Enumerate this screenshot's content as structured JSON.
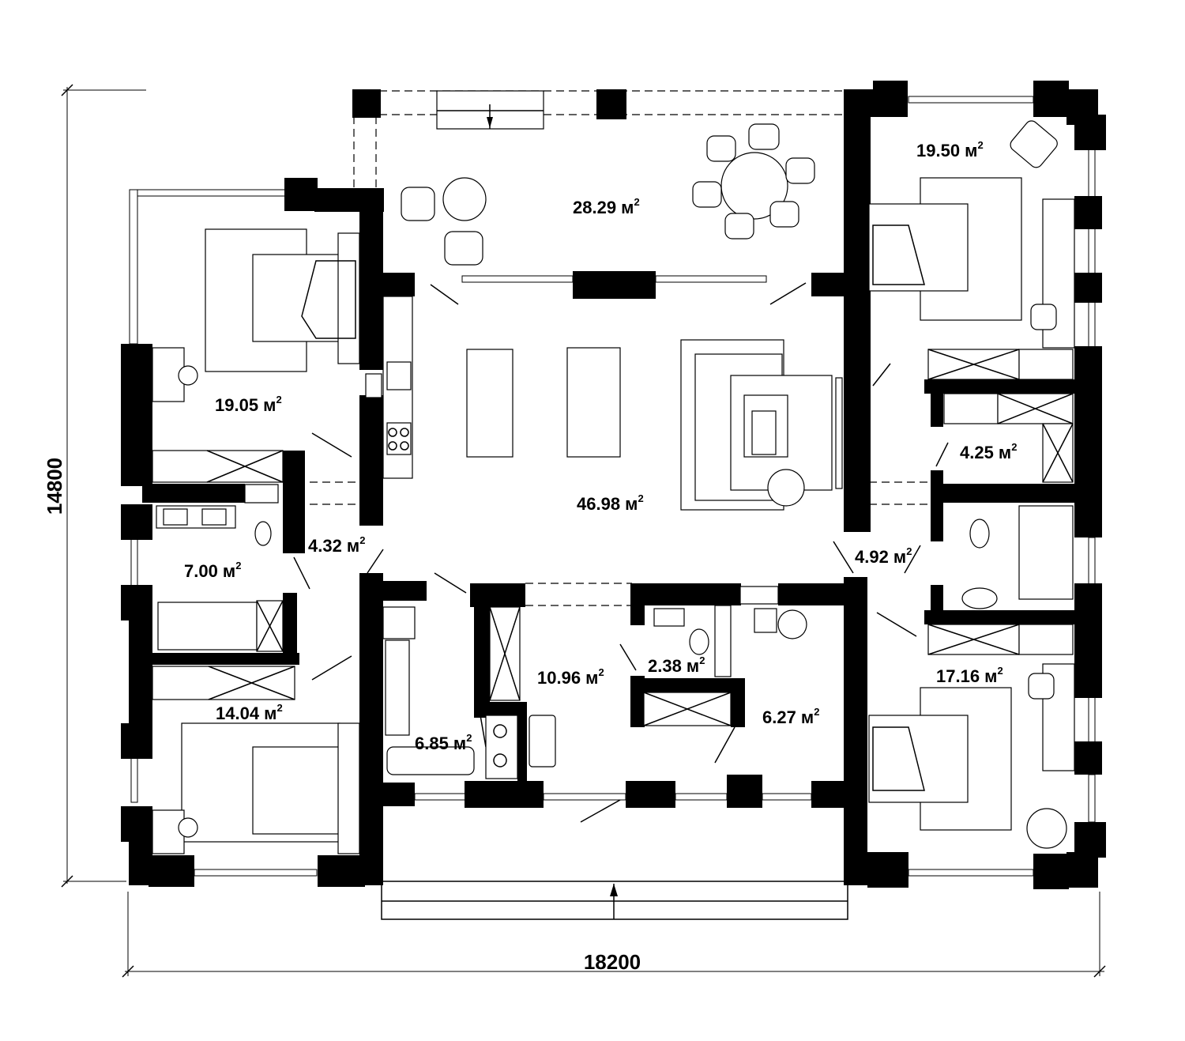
{
  "dimensions": {
    "height_label": "14800",
    "width_label": "18200"
  },
  "rooms": {
    "terrace_north": {
      "area": "28.29 м",
      "sup": "2"
    },
    "bedroom_nw": {
      "area": "19.05 м",
      "sup": "2"
    },
    "bedroom_ne": {
      "area": "19.50 м",
      "sup": "2"
    },
    "living_kitchen": {
      "area": "46.98 м",
      "sup": "2"
    },
    "hall_west": {
      "area": "4.32 м",
      "sup": "2"
    },
    "bathroom_west": {
      "area": "7.00 м",
      "sup": "2"
    },
    "bedroom_sw": {
      "area": "14.04 м",
      "sup": "2"
    },
    "dressing_east": {
      "area": "4.25 м",
      "sup": "2"
    },
    "hall_east": {
      "area": "4.92 м",
      "sup": "2"
    },
    "bedroom_se": {
      "area": "17.16 м",
      "sup": "2"
    },
    "entrance_hall": {
      "area": "10.96 м",
      "sup": "2"
    },
    "wc": {
      "area": "2.38 м",
      "sup": "2"
    },
    "boiler_room": {
      "area": "6.27 м",
      "sup": "2"
    },
    "laundry": {
      "area": "6.85 м",
      "sup": "2"
    }
  },
  "colors": {
    "wall": "#000000",
    "background": "#ffffff",
    "line": "#000000"
  }
}
